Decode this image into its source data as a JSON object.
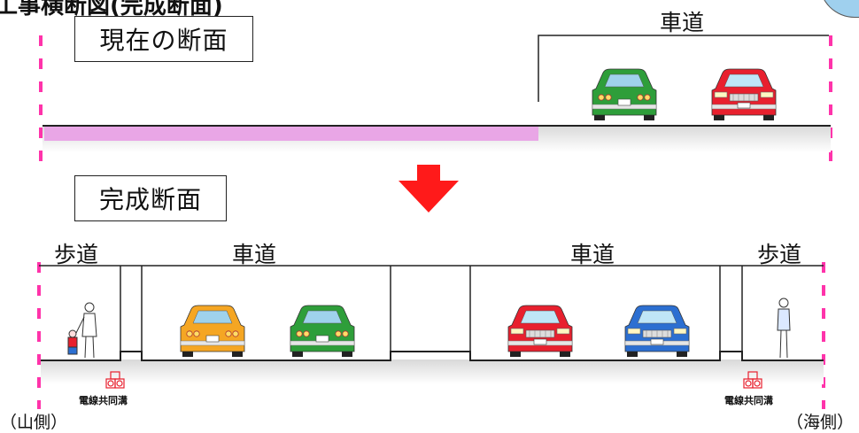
{
  "header": {
    "cropped_title": "工事横断図(完成断面)",
    "current_section_label": "現在の断面",
    "completed_section_label": "完成断面"
  },
  "current_section": {
    "roadway_label": "車道"
  },
  "completed_section": {
    "left_sidewalk_label": "歩道",
    "left_roadway_label": "車道",
    "right_roadway_label": "車道",
    "right_sidewalk_label": "歩道",
    "left_utility_label": "電線共同溝",
    "right_utility_label": "電線共同溝"
  },
  "sides": {
    "mountain_side": "（山側）",
    "sea_side": "（海側）"
  },
  "colors": {
    "boundary_line": "#ff33aa",
    "widening_area": "#e9a6e6",
    "arrow": "#ff1a1a",
    "car_green": "#2e9e3a",
    "car_red": "#e8202e",
    "car_orange": "#f5a623",
    "car_blue": "#2c6fd1"
  },
  "icons": [
    "car-rear-icon",
    "pedestrian-icon",
    "utility-cable-icon",
    "down-arrow-icon"
  ]
}
